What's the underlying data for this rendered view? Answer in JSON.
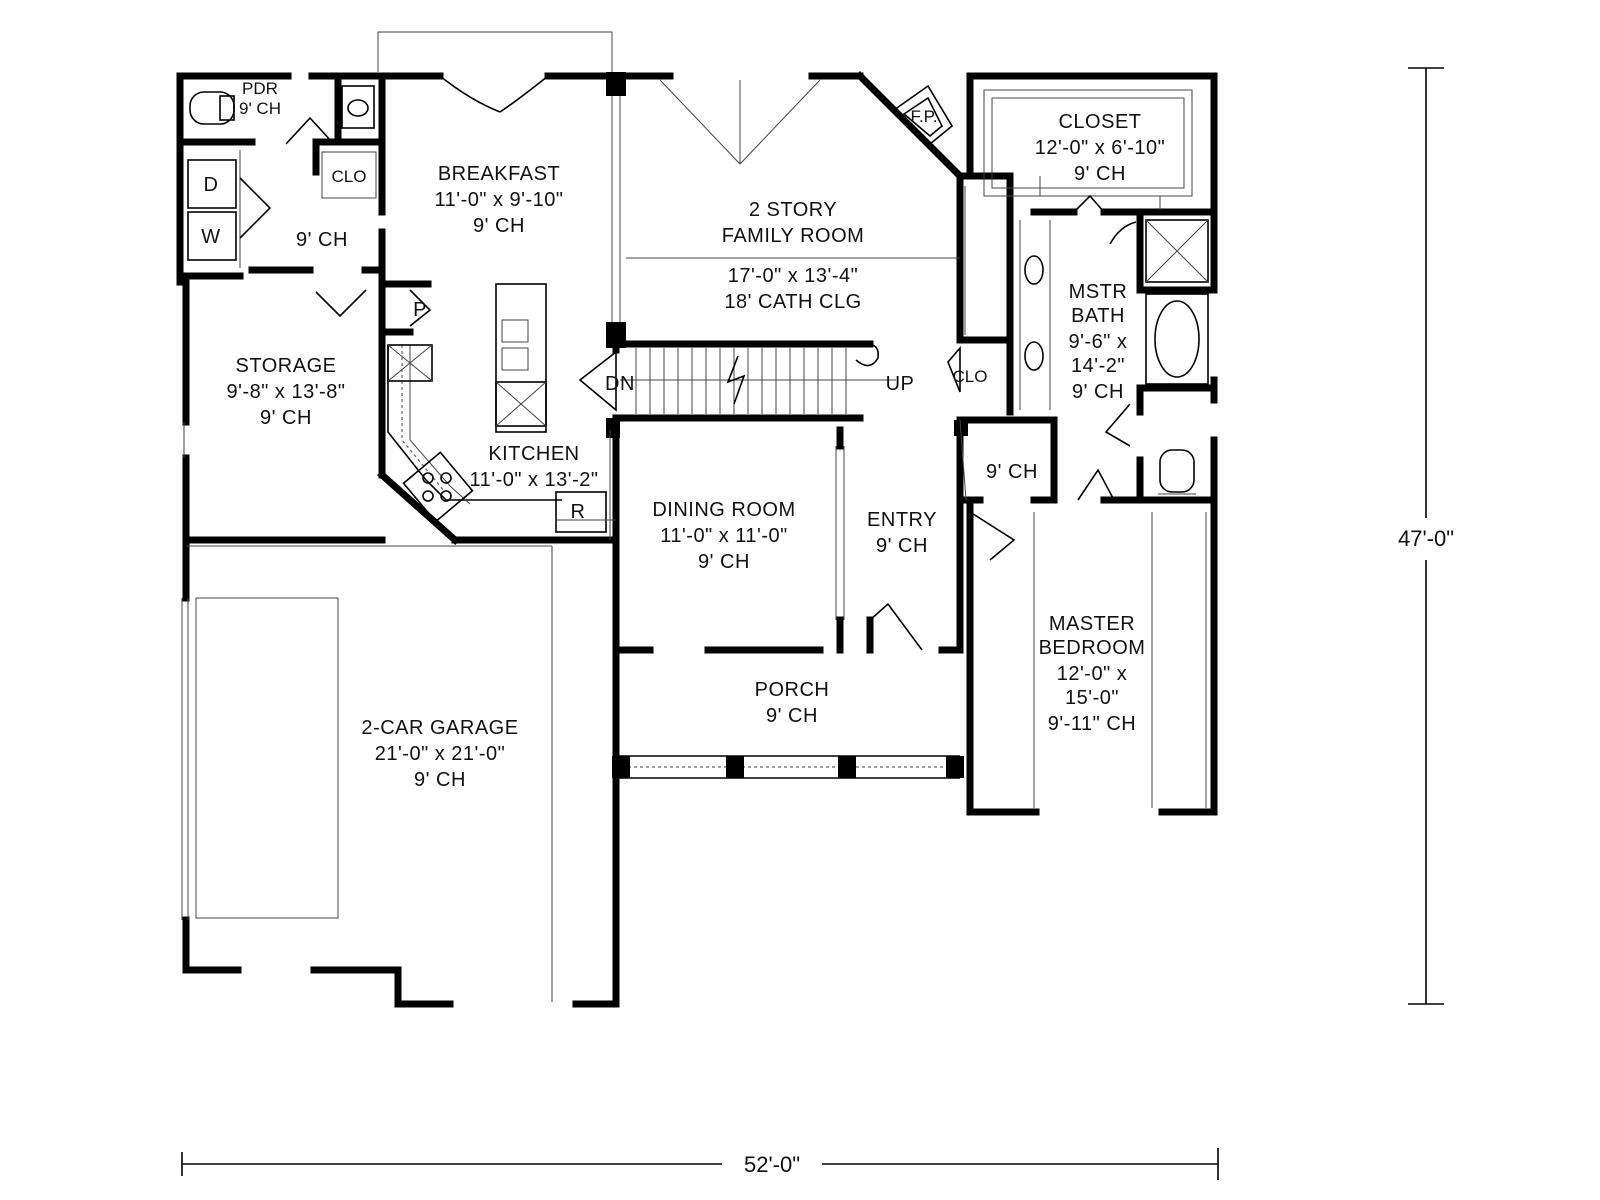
{
  "rooms": {
    "pdr": {
      "name": "PDR",
      "ceiling": "9' CH"
    },
    "laundry_d": "D",
    "laundry_w": "W",
    "clo_upper": "CLO",
    "hall_ceiling": "9' CH",
    "breakfast": {
      "name": "BREAKFAST",
      "size": "11'-0\" x 9'-10\"",
      "ceiling": "9' CH"
    },
    "family": {
      "name1": "2 STORY",
      "name2": "FAMILY ROOM",
      "size": "17'-0\" x 13'-4\"",
      "ceiling": "18' CATH CLG"
    },
    "fireplace": "F.P.",
    "closet": {
      "name": "CLOSET",
      "size": "12'-0\" x 6'-10\"",
      "ceiling": "9' CH"
    },
    "pantry": "P",
    "storage": {
      "name": "STORAGE",
      "size": "9'-8\" x 13'-8\"",
      "ceiling": "9' CH"
    },
    "stair_dn": "DN",
    "stair_up": "UP",
    "clo_mid": "CLO",
    "mstr_bath": {
      "name1": "MSTR",
      "name2": "BATH",
      "size1": "9'-6\" x",
      "size2": "14'-2\"",
      "ceiling": "9' CH"
    },
    "kitchen": {
      "name": "KITCHEN",
      "size": "11'-0\" x 13'-2\""
    },
    "refrigerator": "R",
    "hall2_ceiling": "9' CH",
    "dining": {
      "name": "DINING ROOM",
      "size": "11'-0\" x 11'-0\"",
      "ceiling": "9' CH"
    },
    "entry": {
      "name": "ENTRY",
      "ceiling": "9' CH"
    },
    "master_bedroom": {
      "name1": "MASTER",
      "name2": "BEDROOM",
      "size1": "12'-0\" x",
      "size2": "15'-0\"",
      "ceiling": "9'-11\" CH"
    },
    "porch": {
      "name": "PORCH",
      "ceiling": "9' CH"
    },
    "garage": {
      "name": "2-CAR GARAGE",
      "size": "21'-0\" x 21'-0\"",
      "ceiling": "9' CH"
    }
  },
  "dimensions": {
    "width": "52'-0\"",
    "depth": "47'-0\""
  }
}
